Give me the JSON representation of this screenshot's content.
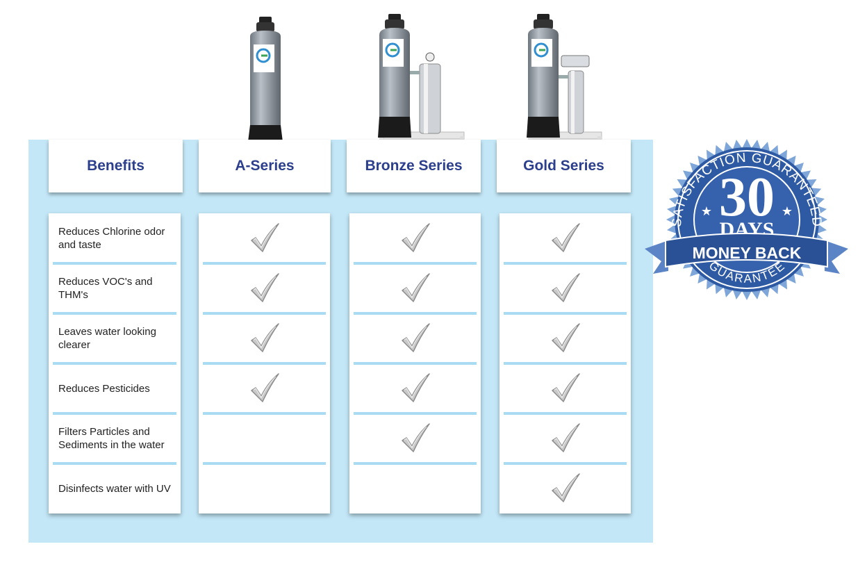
{
  "headers": {
    "benefits": "Benefits",
    "a_series": "A-Series",
    "bronze_series": "Bronze Series",
    "gold_series": "Gold Series"
  },
  "benefits": [
    {
      "label": "Reduces Chlorine odor and taste",
      "a_series": true,
      "bronze_series": true,
      "gold_series": true
    },
    {
      "label": "Reduces VOC's and THM's",
      "a_series": true,
      "bronze_series": true,
      "gold_series": true
    },
    {
      "label": "Leaves water looking clearer",
      "a_series": true,
      "bronze_series": true,
      "gold_series": true
    },
    {
      "label": "Reduces Pesticides",
      "a_series": true,
      "bronze_series": true,
      "gold_series": true
    },
    {
      "label": "Filters Particles and Sediments in the water",
      "a_series": false,
      "bronze_series": true,
      "gold_series": true
    },
    {
      "label": "Disinfects water with UV",
      "a_series": false,
      "bronze_series": false,
      "gold_series": true
    }
  ],
  "badge": {
    "arc_top": "SATISFACTION GUARANTEED",
    "number": "30",
    "days": "DAYS",
    "ribbon": "MONEY BACK",
    "arc_bottom": "GUARANTEE"
  },
  "icons": {
    "check": "checkmark-icon",
    "star": "star-icon"
  },
  "colors": {
    "panel": "#c3e7f7",
    "header_text": "#2b3f8c",
    "separator": "#a9dcf2",
    "badge_blue": "#2e5aa3",
    "badge_light": "#7ea6d8"
  }
}
